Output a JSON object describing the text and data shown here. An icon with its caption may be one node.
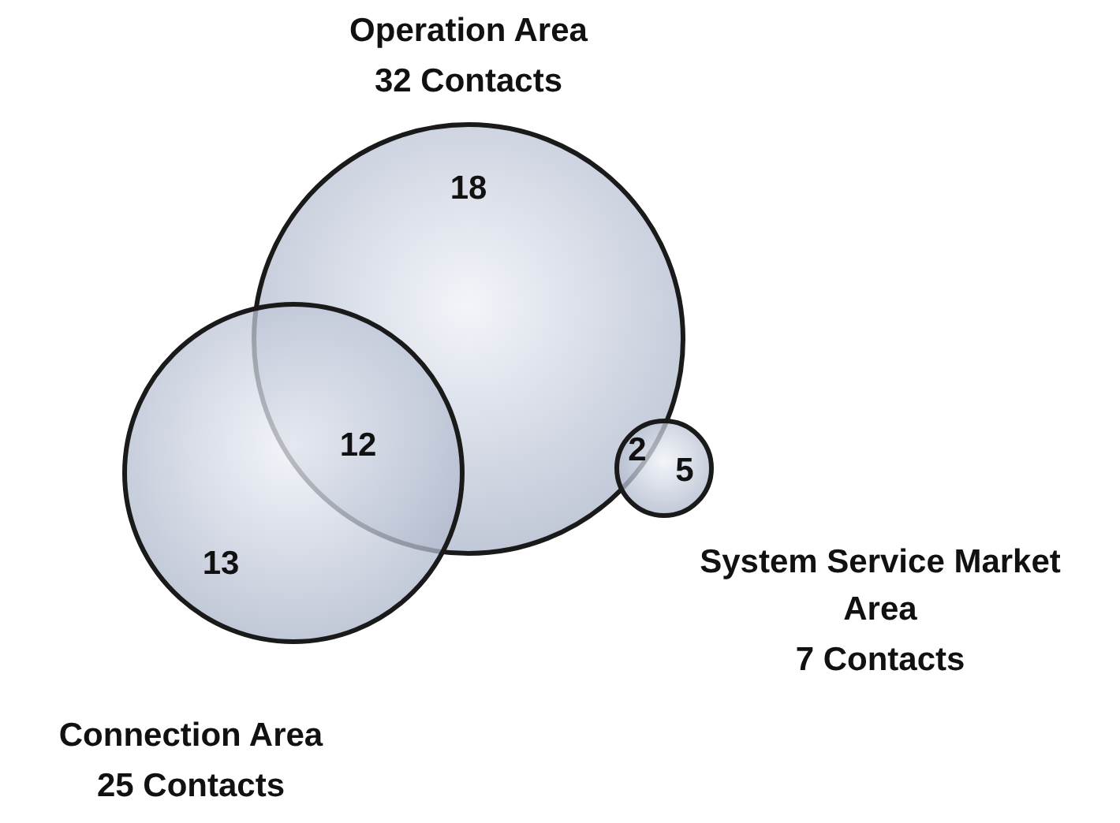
{
  "diagram": {
    "nodes": [
      {
        "text": [
          "Operation Area",
          "32 Contacts",
          "18"
        ]
      },
      {
        "text": [
          "13",
          "Connection Area",
          "25 Contacts"
        ]
      },
      {
        "text": [
          "5",
          "System Service Market Area",
          "7 Contacts"
        ]
      }
    ],
    "labels": [
      "12",
      "2"
    ]
  }
}
